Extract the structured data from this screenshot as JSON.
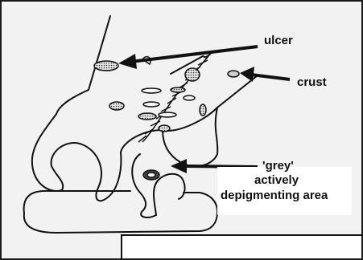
{
  "labels": {
    "ulcer": "ulcer",
    "crust": "crust",
    "grey": "'grey'",
    "actively": "actively",
    "depigmenting": "depigmenting area"
  },
  "colors": {
    "background": "#f2f2f2",
    "ink": "#111111",
    "lesion_fill": "#bdbdbd"
  }
}
